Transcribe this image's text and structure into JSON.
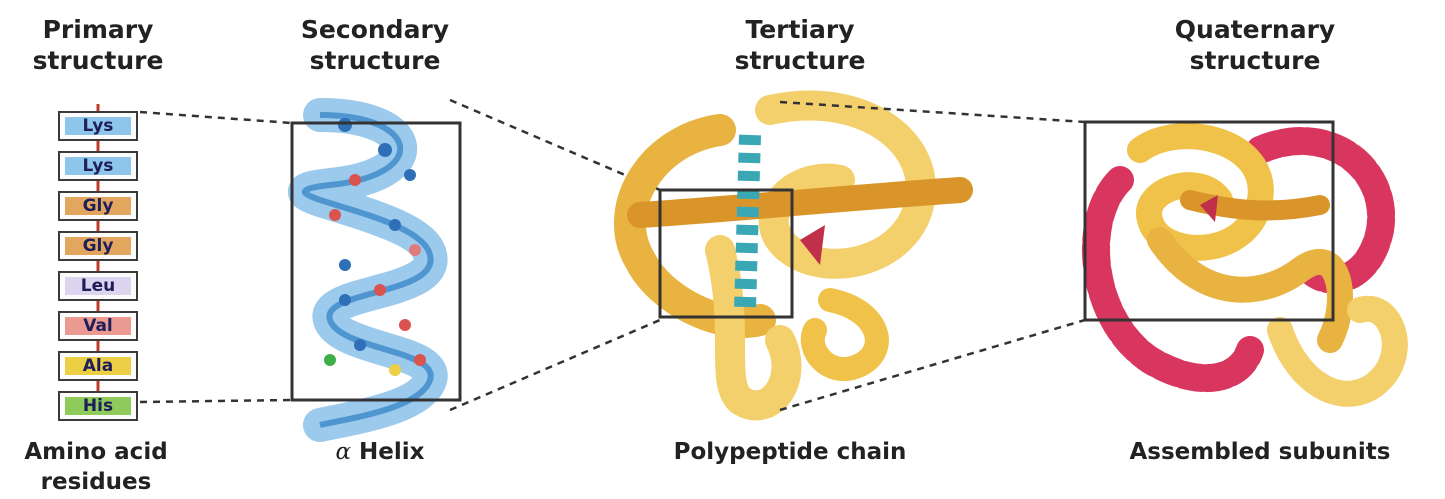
{
  "headings": {
    "primary": "Primary\nstructure",
    "secondary": "Secondary\nstructure",
    "tertiary": "Tertiary\nstructure",
    "quaternary": "Quaternary\nstructure"
  },
  "captions": {
    "primary": "Amino acid\nresidues",
    "secondary_symbol": "α",
    "secondary_text": "Helix",
    "tertiary": "Polypeptide chain",
    "quaternary": "Assembled subunits"
  },
  "residues": [
    {
      "label": "Lys",
      "color": "#8ec5ea"
    },
    {
      "label": "Lys",
      "color": "#8ec5ea"
    },
    {
      "label": "Gly",
      "color": "#e2a65e"
    },
    {
      "label": "Gly",
      "color": "#e2a65e"
    },
    {
      "label": "Leu",
      "color": "#ddd4ef"
    },
    {
      "label": "Val",
      "color": "#eb9a92"
    },
    {
      "label": "Ala",
      "color": "#eccf45"
    },
    {
      "label": "His",
      "color": "#8ecb5a"
    }
  ],
  "colors": {
    "helix": "#4a9fde",
    "chain": "#f0c24a",
    "chain_dark": "#d9952a",
    "subunit_red": "#d8365e",
    "teal": "#3aa7b4"
  }
}
